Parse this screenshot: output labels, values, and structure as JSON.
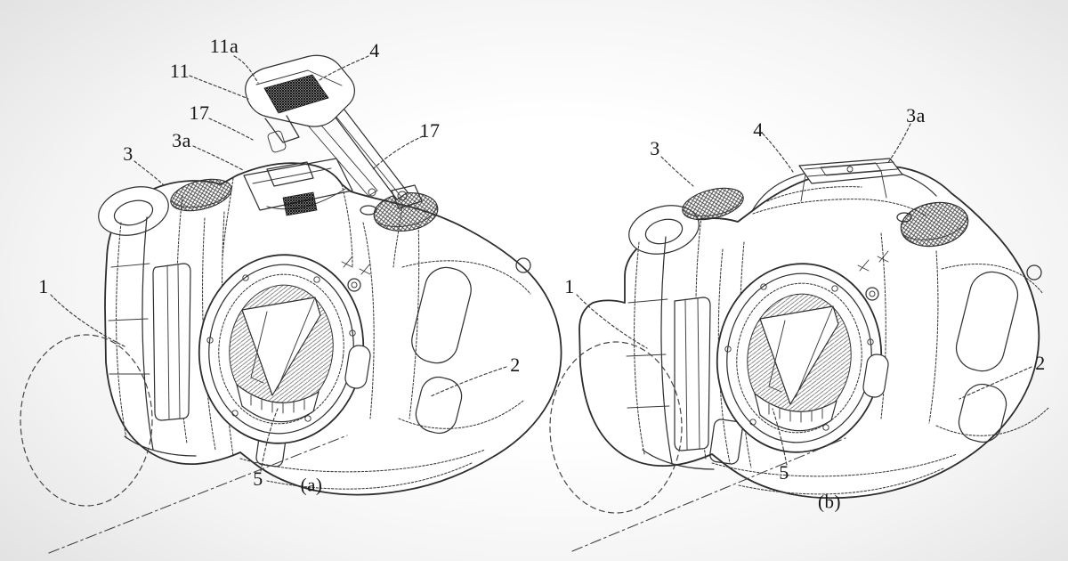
{
  "colors": {
    "line": "#2d2d2d",
    "label_text": "#161616",
    "background_center": "#ffffff",
    "background_edge": "#e3e3e3"
  },
  "panels": {
    "a": {
      "caption": "(a)",
      "labels": [
        {
          "text": "11a"
        },
        {
          "text": "11"
        },
        {
          "text": "4"
        },
        {
          "text": "17"
        },
        {
          "text": "3a"
        },
        {
          "text": "3"
        },
        {
          "text": "17"
        },
        {
          "text": "1"
        },
        {
          "text": "2"
        },
        {
          "text": "5"
        }
      ]
    },
    "b": {
      "caption": "(b)",
      "labels": [
        {
          "text": "3"
        },
        {
          "text": "4"
        },
        {
          "text": "3a"
        },
        {
          "text": "1"
        },
        {
          "text": "2"
        },
        {
          "text": "5"
        }
      ]
    }
  }
}
